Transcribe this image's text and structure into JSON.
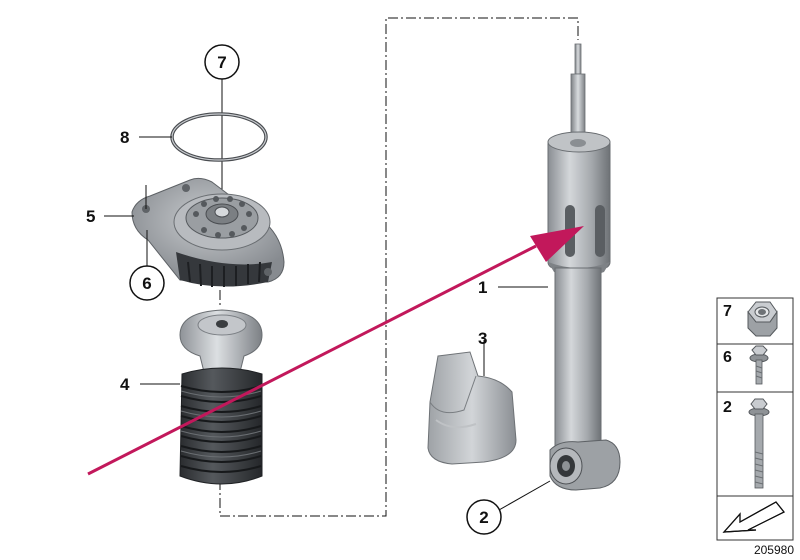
{
  "callouts": {
    "c1": "1",
    "c2": "2",
    "c3": "3",
    "c4": "4",
    "c5": "5",
    "c6": "6",
    "c7": "7",
    "c8": "8"
  },
  "legend": {
    "items": [
      {
        "label": "7",
        "icon": "nut-icon"
      },
      {
        "label": "6",
        "icon": "hex-flange-bolt-short-icon"
      },
      {
        "label": "2",
        "icon": "hex-flange-bolt-long-icon"
      }
    ],
    "nav_icon": "arrow-down-left-icon"
  },
  "diagram_id": "205980",
  "colors": {
    "arrow": "#c2185b",
    "part_gray": "#a9adb2",
    "bellows_dark": "#33363a",
    "line": "#111111"
  }
}
